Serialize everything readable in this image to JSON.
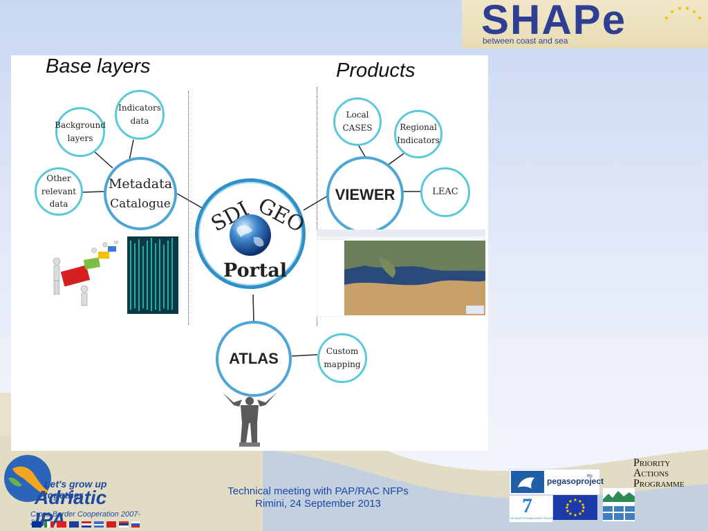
{
  "logo": {
    "word": "SHAPe",
    "tagline": "between coast and sea"
  },
  "diagram": {
    "left_heading": "Base layers",
    "right_heading": "Products",
    "nodes": {
      "indicators": "Indicators data",
      "background": "Background layers",
      "other": "Other relevant data",
      "metadata_1": "Metadata",
      "metadata_2": "Catalogue",
      "sdi": "SDI",
      "geo": "GEO",
      "portal": "Portal",
      "local": "Local CASES",
      "regional": "Regional Indicators",
      "viewer": "VIEWER",
      "leac": "LEAC",
      "atlas": "ATLAS",
      "custom": "Custom mapping"
    }
  },
  "footer": {
    "line1": "Technical meeting with PAP/RAC NFPs",
    "line2": "Rimini, 24 September 2013"
  },
  "adriatic": {
    "slogan": "Let's grow up together",
    "name": "Adriatic IPA",
    "sub": "Cross Border Cooperation 2007-2013"
  },
  "partners": {
    "pegaso": "pegasoproject",
    "pegaso_suffix": "eu",
    "fp7": "SEVENTH FRAMEWORK PROGRAMME",
    "pap_1": "Priority",
    "pap_2": "Actions",
    "pap_3": "Programme"
  },
  "colors": {
    "ring": "#5ac8db",
    "hub_ring": "#2f8fc8",
    "footer_text": "#1c46a8",
    "logo_text": "#2e3f93"
  }
}
